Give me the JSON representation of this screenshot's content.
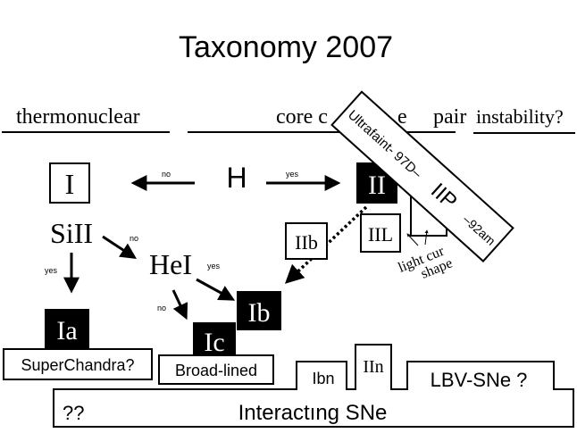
{
  "title": "Taxonomy 2007",
  "headers": {
    "thermonuclear": "thermonuclear",
    "core_collapse_left": "core c",
    "core_collapse_right": "e",
    "pair": "pair",
    "instability": "instability?"
  },
  "nodes": {
    "type_I": "I",
    "h": "H",
    "type_II": "II",
    "si_ii": "SiII",
    "he_i": "HeI",
    "type_IIb": "IIb",
    "type_IIL": "IIL",
    "type_Ia": "Ia",
    "type_Ib": "Ib",
    "type_Ic": "Ic",
    "light_curve_shape_1": "light cur",
    "light_curve_shape_2": "shape"
  },
  "arrow_labels": {
    "h_to_I": "no",
    "h_to_II": "yes",
    "si_no": "no",
    "si_yes": "yes",
    "he_yes": "yes",
    "he_no": "no"
  },
  "ultrafaint_banner": {
    "prefix": "Ultrafaint- 97D–",
    "main": "IIP",
    "suffix": "–92am"
  },
  "bottom_labels": {
    "superchandra": "SuperChandra?",
    "broad_lined": "Broad-lined",
    "ibn": "Ibn",
    "iin": "IIn",
    "lbv": "LBV-SNe ?",
    "question": "??",
    "interacting": "Interactıng SNe"
  }
}
